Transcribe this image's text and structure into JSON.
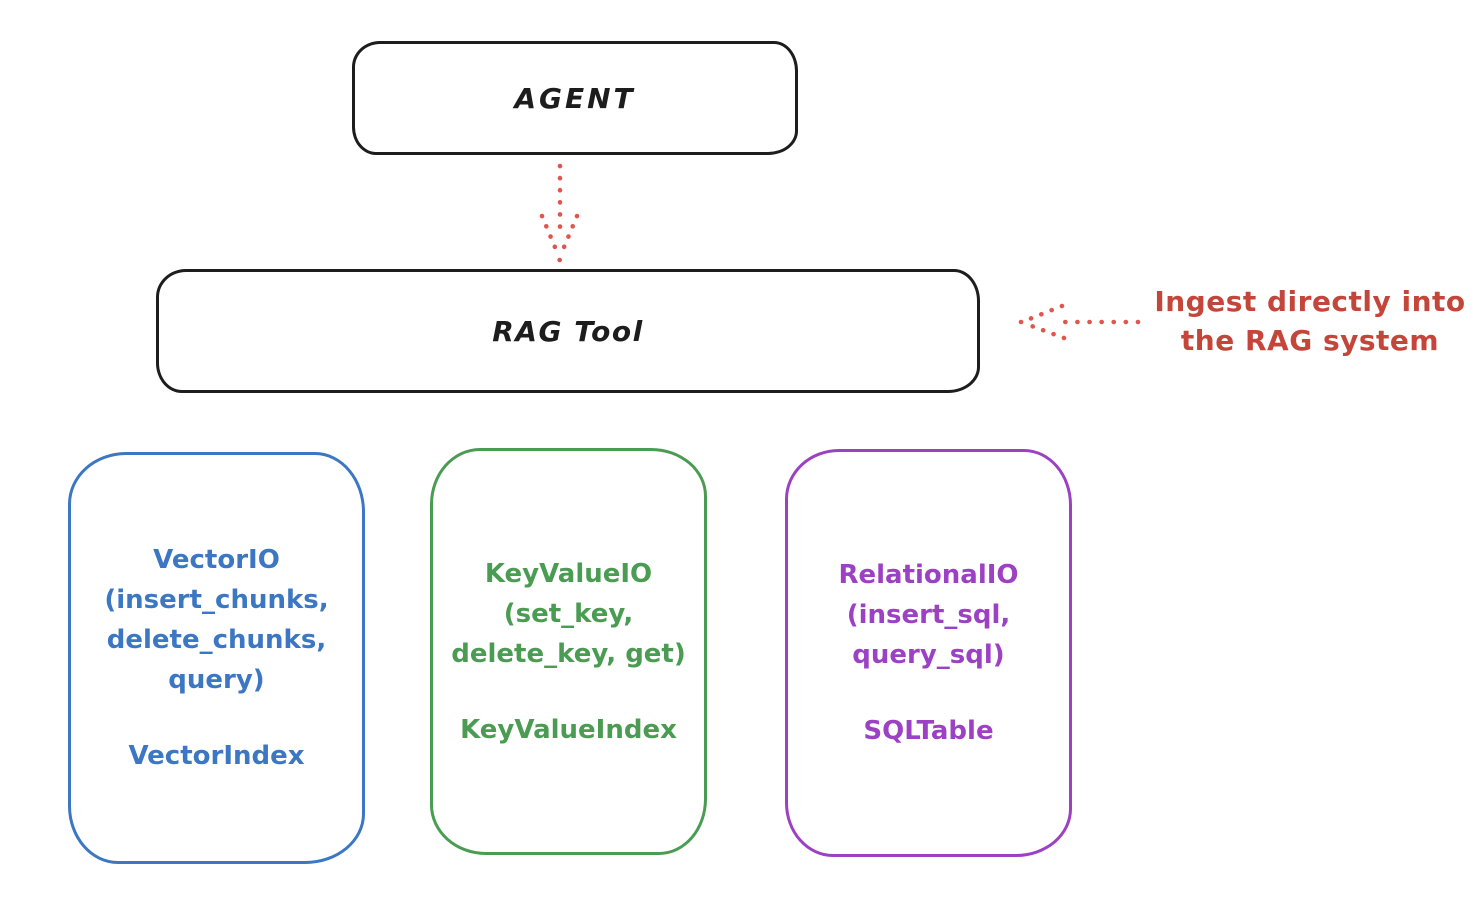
{
  "diagram": {
    "agent": {
      "label": "AGENT"
    },
    "rag_tool": {
      "label": "RAG Tool"
    },
    "annotation": {
      "line1": "Ingest directly into",
      "line2": "the RAG system",
      "color": "#c4463a"
    },
    "arrow_color": "#e0564f",
    "stroke_color": "#1d1d1d",
    "backends": [
      {
        "lines": [
          "VectorIO",
          "(insert_chunks,",
          "delete_chunks,",
          "query)"
        ],
        "index_label": "VectorIndex",
        "color": "#3b77c2"
      },
      {
        "lines": [
          "KeyValueIO",
          "(set_key,",
          "delete_key, get)"
        ],
        "index_label": "KeyValueIndex",
        "color": "#4a9c52"
      },
      {
        "lines": [
          "RelationalIO",
          "(insert_sql,",
          "query_sql)"
        ],
        "index_label": "SQLTable",
        "color": "#9c41c4"
      }
    ]
  }
}
